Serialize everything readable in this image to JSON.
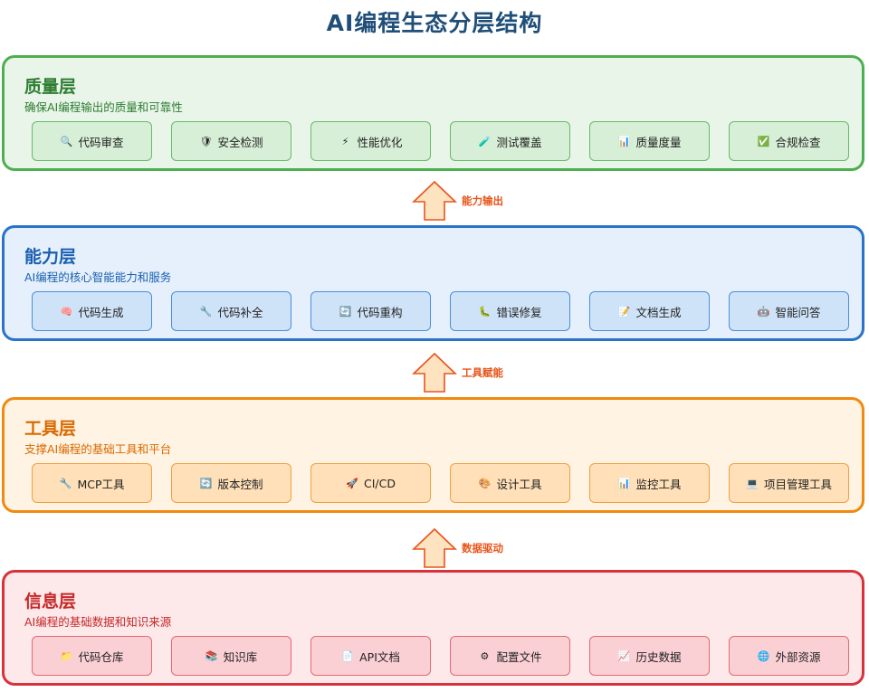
{
  "title": "AI编程生态分层结构",
  "layers": [
    {
      "key": "quality",
      "title": "质量层",
      "subtitle": "确保AI编程输出的质量和可靠性",
      "border": "#4caf50",
      "bg": "#e9f5e9",
      "text": "#2e7d32",
      "card_border": "#66bb6a",
      "card_bg": "#d7eed7",
      "items": [
        {
          "icon": "🔍",
          "icon_name": "magnifier-icon",
          "label": "代码审查"
        },
        {
          "icon": "🛡",
          "icon_name": "shield-icon",
          "label": "安全检测"
        },
        {
          "icon": "⚡",
          "icon_name": "lightning-icon",
          "label": "性能优化"
        },
        {
          "icon": "🧪",
          "icon_name": "test-tube-icon",
          "label": "测试覆盖"
        },
        {
          "icon": "📊",
          "icon_name": "bar-chart-icon",
          "label": "质量度量"
        },
        {
          "icon": "✅",
          "icon_name": "check-icon",
          "label": "合规检查"
        }
      ]
    },
    {
      "key": "capability",
      "title": "能力层",
      "subtitle": "AI编程的核心智能能力和服务",
      "border": "#2a73c8",
      "bg": "#e5f0fc",
      "text": "#1a5fb0",
      "card_border": "#4a8fd9",
      "card_bg": "#cfe3f8",
      "items": [
        {
          "icon": "🧠",
          "icon_name": "brain-icon",
          "label": "代码生成"
        },
        {
          "icon": "🔧",
          "icon_name": "wrench-icon",
          "label": "代码补全"
        },
        {
          "icon": "🔄",
          "icon_name": "refresh-icon",
          "label": "代码重构"
        },
        {
          "icon": "🐛",
          "icon_name": "bug-icon",
          "label": "错误修复"
        },
        {
          "icon": "📝",
          "icon_name": "memo-icon",
          "label": "文档生成"
        },
        {
          "icon": "🤖",
          "icon_name": "robot-icon",
          "label": "智能问答"
        }
      ]
    },
    {
      "key": "tools",
      "title": "工具层",
      "subtitle": "支撑AI编程的基础工具和平台",
      "border": "#f08a10",
      "bg": "#fff3e3",
      "text": "#d96a00",
      "card_border": "#f0a040",
      "card_bg": "#ffe0b8",
      "items": [
        {
          "icon": "🔧",
          "icon_name": "wrench-icon",
          "label": "MCP工具"
        },
        {
          "icon": "🔄",
          "icon_name": "refresh-icon",
          "label": "版本控制"
        },
        {
          "icon": "🚀",
          "icon_name": "rocket-icon",
          "label": "CI/CD"
        },
        {
          "icon": "🎨",
          "icon_name": "palette-icon",
          "label": "设计工具"
        },
        {
          "icon": "📊",
          "icon_name": "bar-chart-icon",
          "label": "监控工具"
        },
        {
          "icon": "💻",
          "icon_name": "laptop-icon",
          "label": "项目管理工具"
        }
      ]
    },
    {
      "key": "info",
      "title": "信息层",
      "subtitle": "AI编程的基础数据和知识来源",
      "border": "#d8323c",
      "bg": "#fde8ea",
      "text": "#c62828",
      "card_border": "#e36a72",
      "card_bg": "#fbd0d4",
      "items": [
        {
          "icon": "📁",
          "icon_name": "folder-icon",
          "label": "代码仓库"
        },
        {
          "icon": "📚",
          "icon_name": "books-icon",
          "label": "知识库"
        },
        {
          "icon": "📄",
          "icon_name": "document-icon",
          "label": "API文档"
        },
        {
          "icon": "⚙",
          "icon_name": "gear-icon",
          "label": "配置文件"
        },
        {
          "icon": "📈",
          "icon_name": "line-chart-icon",
          "label": "历史数据"
        },
        {
          "icon": "🌐",
          "icon_name": "globe-icon",
          "label": "外部资源"
        }
      ]
    }
  ],
  "arrows": [
    {
      "label": "能力输出"
    },
    {
      "label": "工具赋能"
    },
    {
      "label": "数据驱动"
    }
  ],
  "arrow_colors": {
    "fill": "#fde3c0",
    "stroke": "#e8541a"
  }
}
